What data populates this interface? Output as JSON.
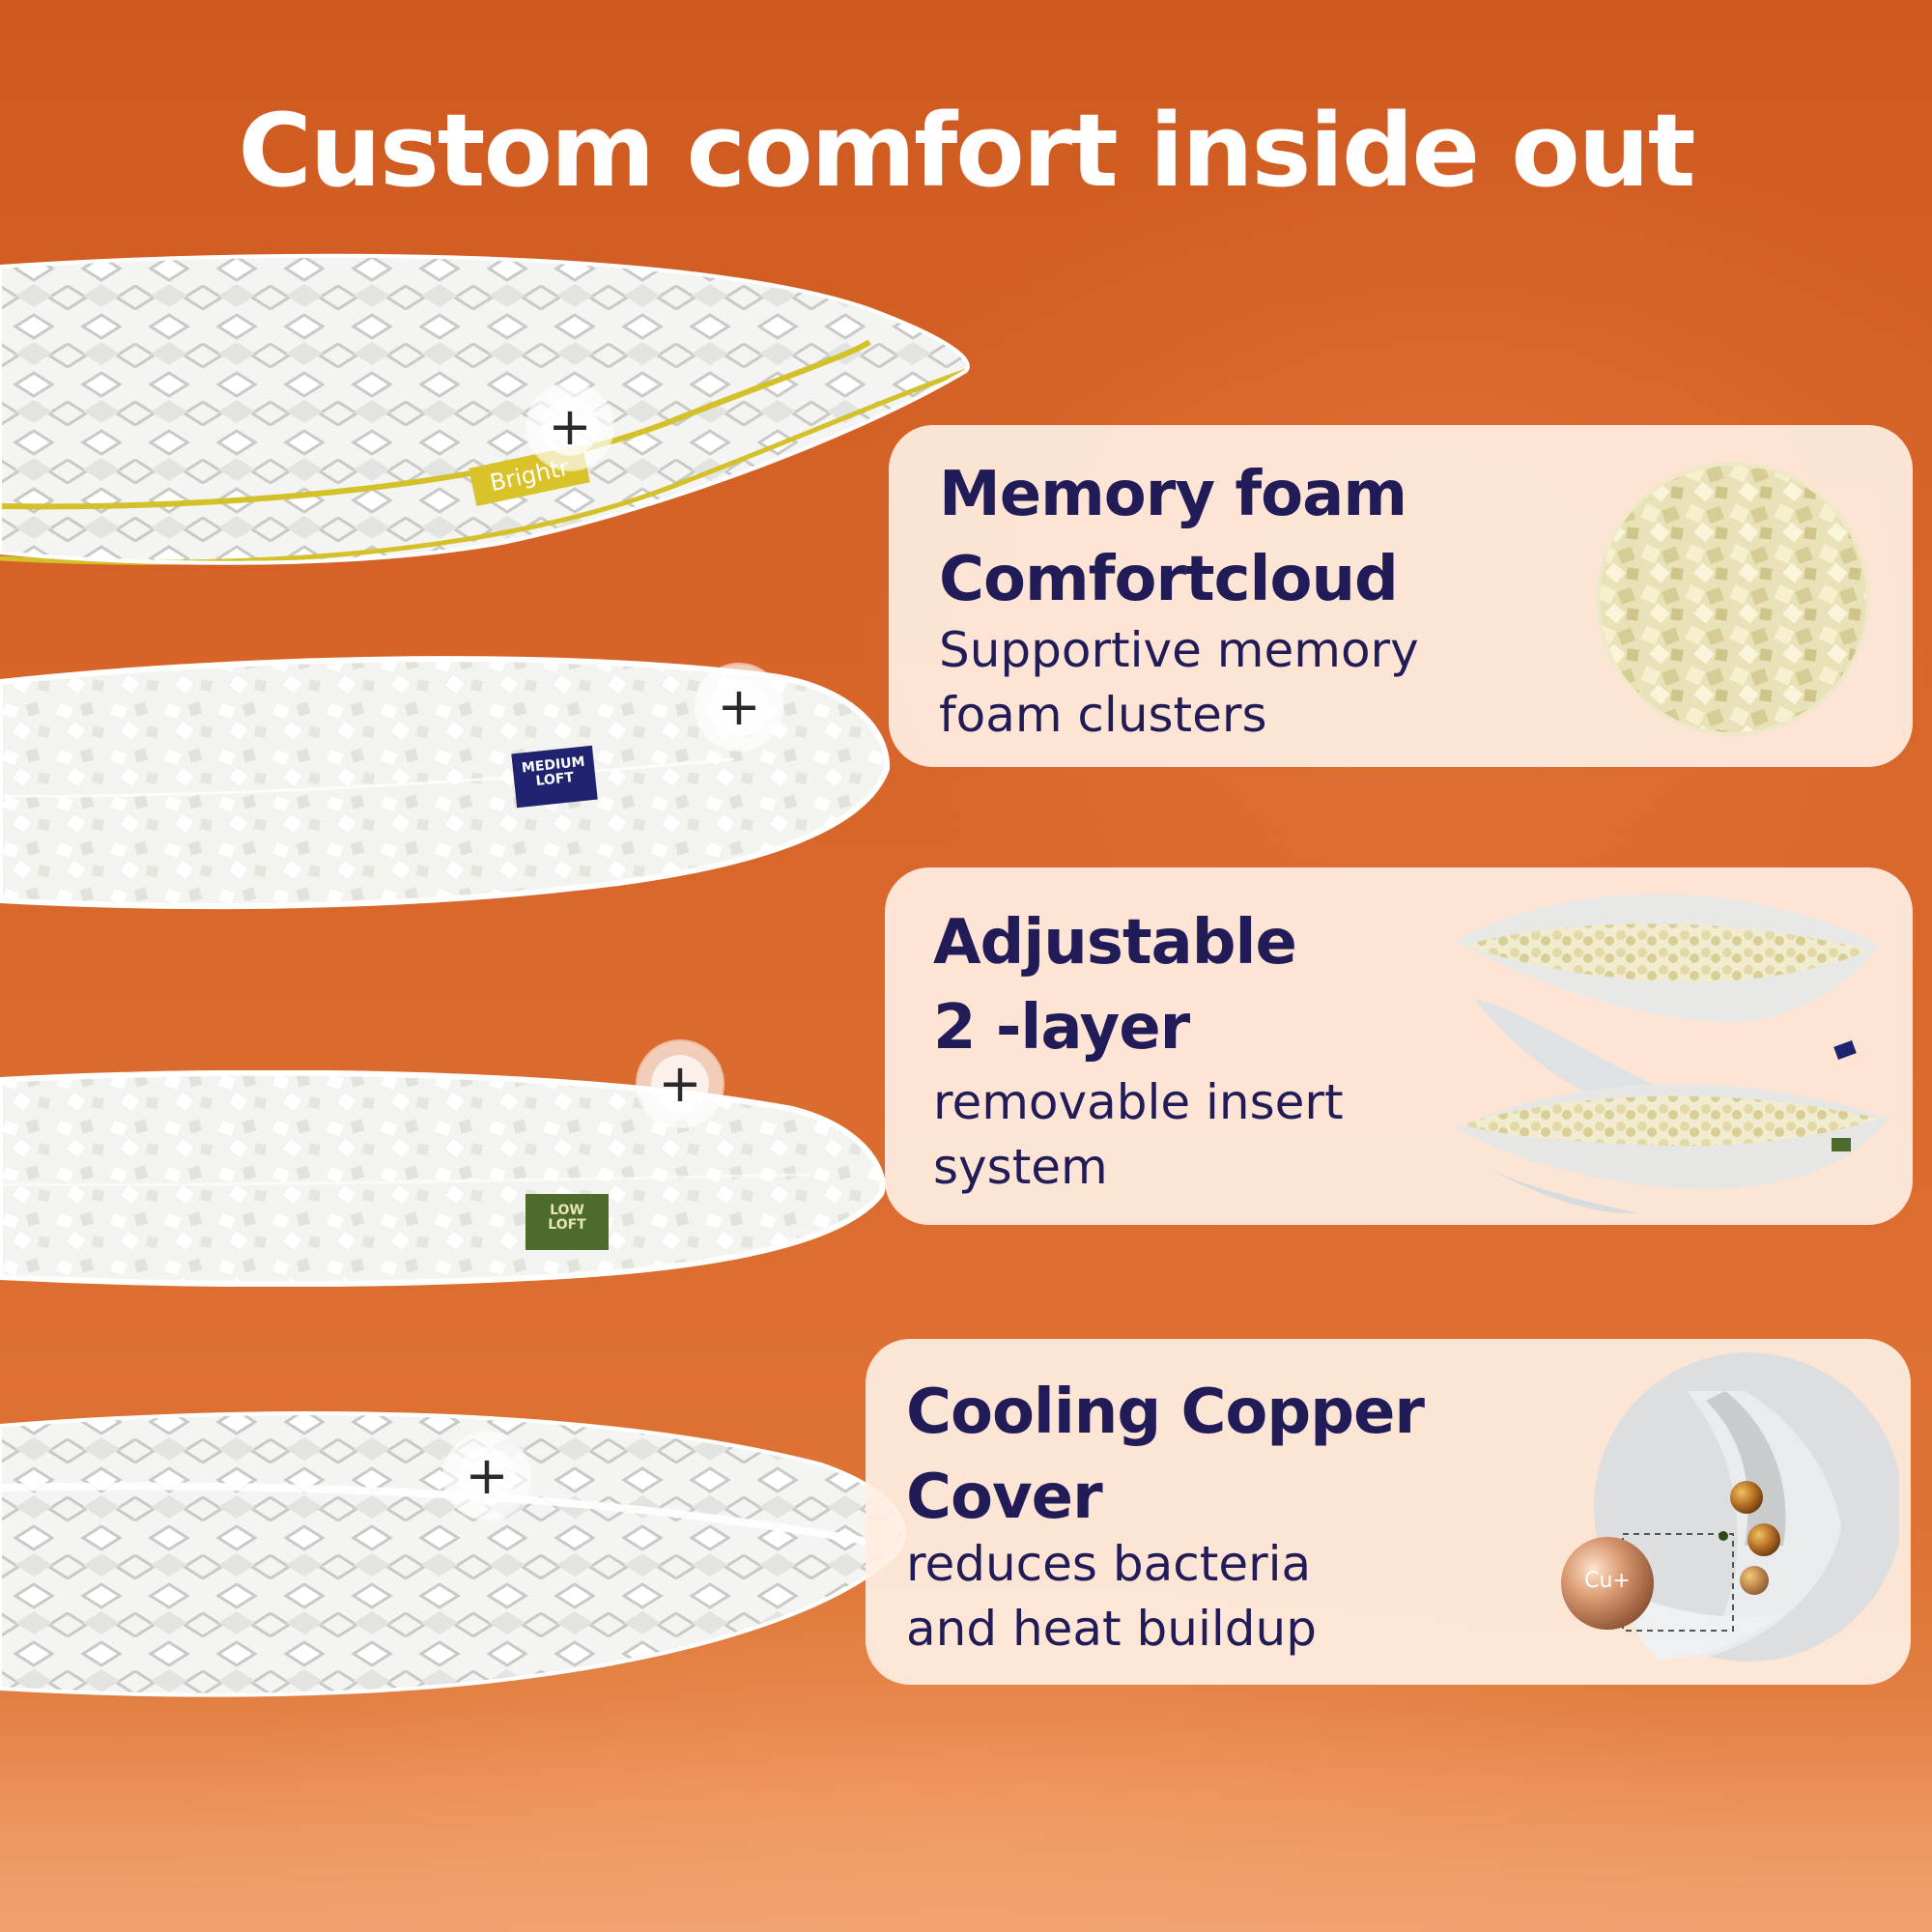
{
  "headline": "Custom comfort inside out",
  "brand_label": "Brightr",
  "pillow_tags": {
    "medium": {
      "line1": "MEDIUM",
      "line2": "LOFT",
      "color": "#1f2370"
    },
    "low": {
      "line1": "LOW",
      "line2": "LOFT",
      "color": "#4d6b2a"
    }
  },
  "plus_symbol": "+",
  "features": [
    {
      "title_line1": "Memory foam",
      "title_line2": "Comfortcloud",
      "desc_line1": "Supportive memory",
      "desc_line2": "foam clusters",
      "image_icon": "foam-clusters-icon"
    },
    {
      "title_line1": "Adjustable",
      "title_line2": "2 -layer",
      "desc_line1": "removable insert",
      "desc_line2": "system",
      "image_icon": "two-layer-insert-icon"
    },
    {
      "title_line1": "Cooling Copper",
      "title_line2": "Cover",
      "desc_line1": "reduces bacteria",
      "desc_line2": "and heat buildup",
      "image_icon": "copper-fiber-icon",
      "ion_label": "Cu+"
    }
  ],
  "colors": {
    "background": "#d8652a",
    "card": "#ffeee2",
    "title_text": "#211c57",
    "piping": "#d4c12a"
  }
}
